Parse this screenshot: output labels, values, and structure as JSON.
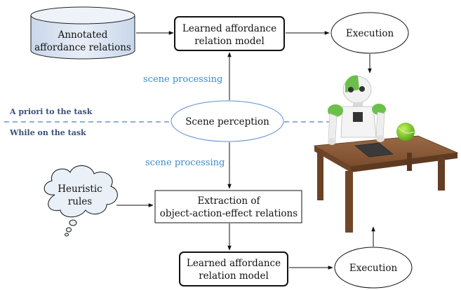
{
  "nodes": {
    "annotated": {
      "line1": "Annotated",
      "line2": "affordance relations"
    },
    "model_top": {
      "line1": "Learned affordance",
      "line2": "relation model"
    },
    "exec_top": "Execution",
    "scene": "Scene perception",
    "heuristic": {
      "line1": "Heuristic",
      "line2": "rules"
    },
    "extraction": {
      "line1": "Extraction of",
      "line2": "object-action-effect relations"
    },
    "model_bottom": {
      "line1": "Learned affordance",
      "line2": "relation model"
    },
    "exec_bottom": "Execution"
  },
  "edge_labels": {
    "scene_processing_top": "scene processing",
    "scene_processing_bottom": "scene processing"
  },
  "divider": {
    "above": "A priori to the task",
    "below": "While on the task"
  },
  "colors": {
    "cylinder_fill": "#dde7f3",
    "scene_ellipse": "#5b8fd0",
    "divider_dash": "#6f93c8",
    "label_blue": "#3d8ac9",
    "table_wood": "#8a5a3a",
    "robot_green": "#6cc04a",
    "ball": "#7bd41c"
  },
  "illustration": "robot-at-table-icon"
}
